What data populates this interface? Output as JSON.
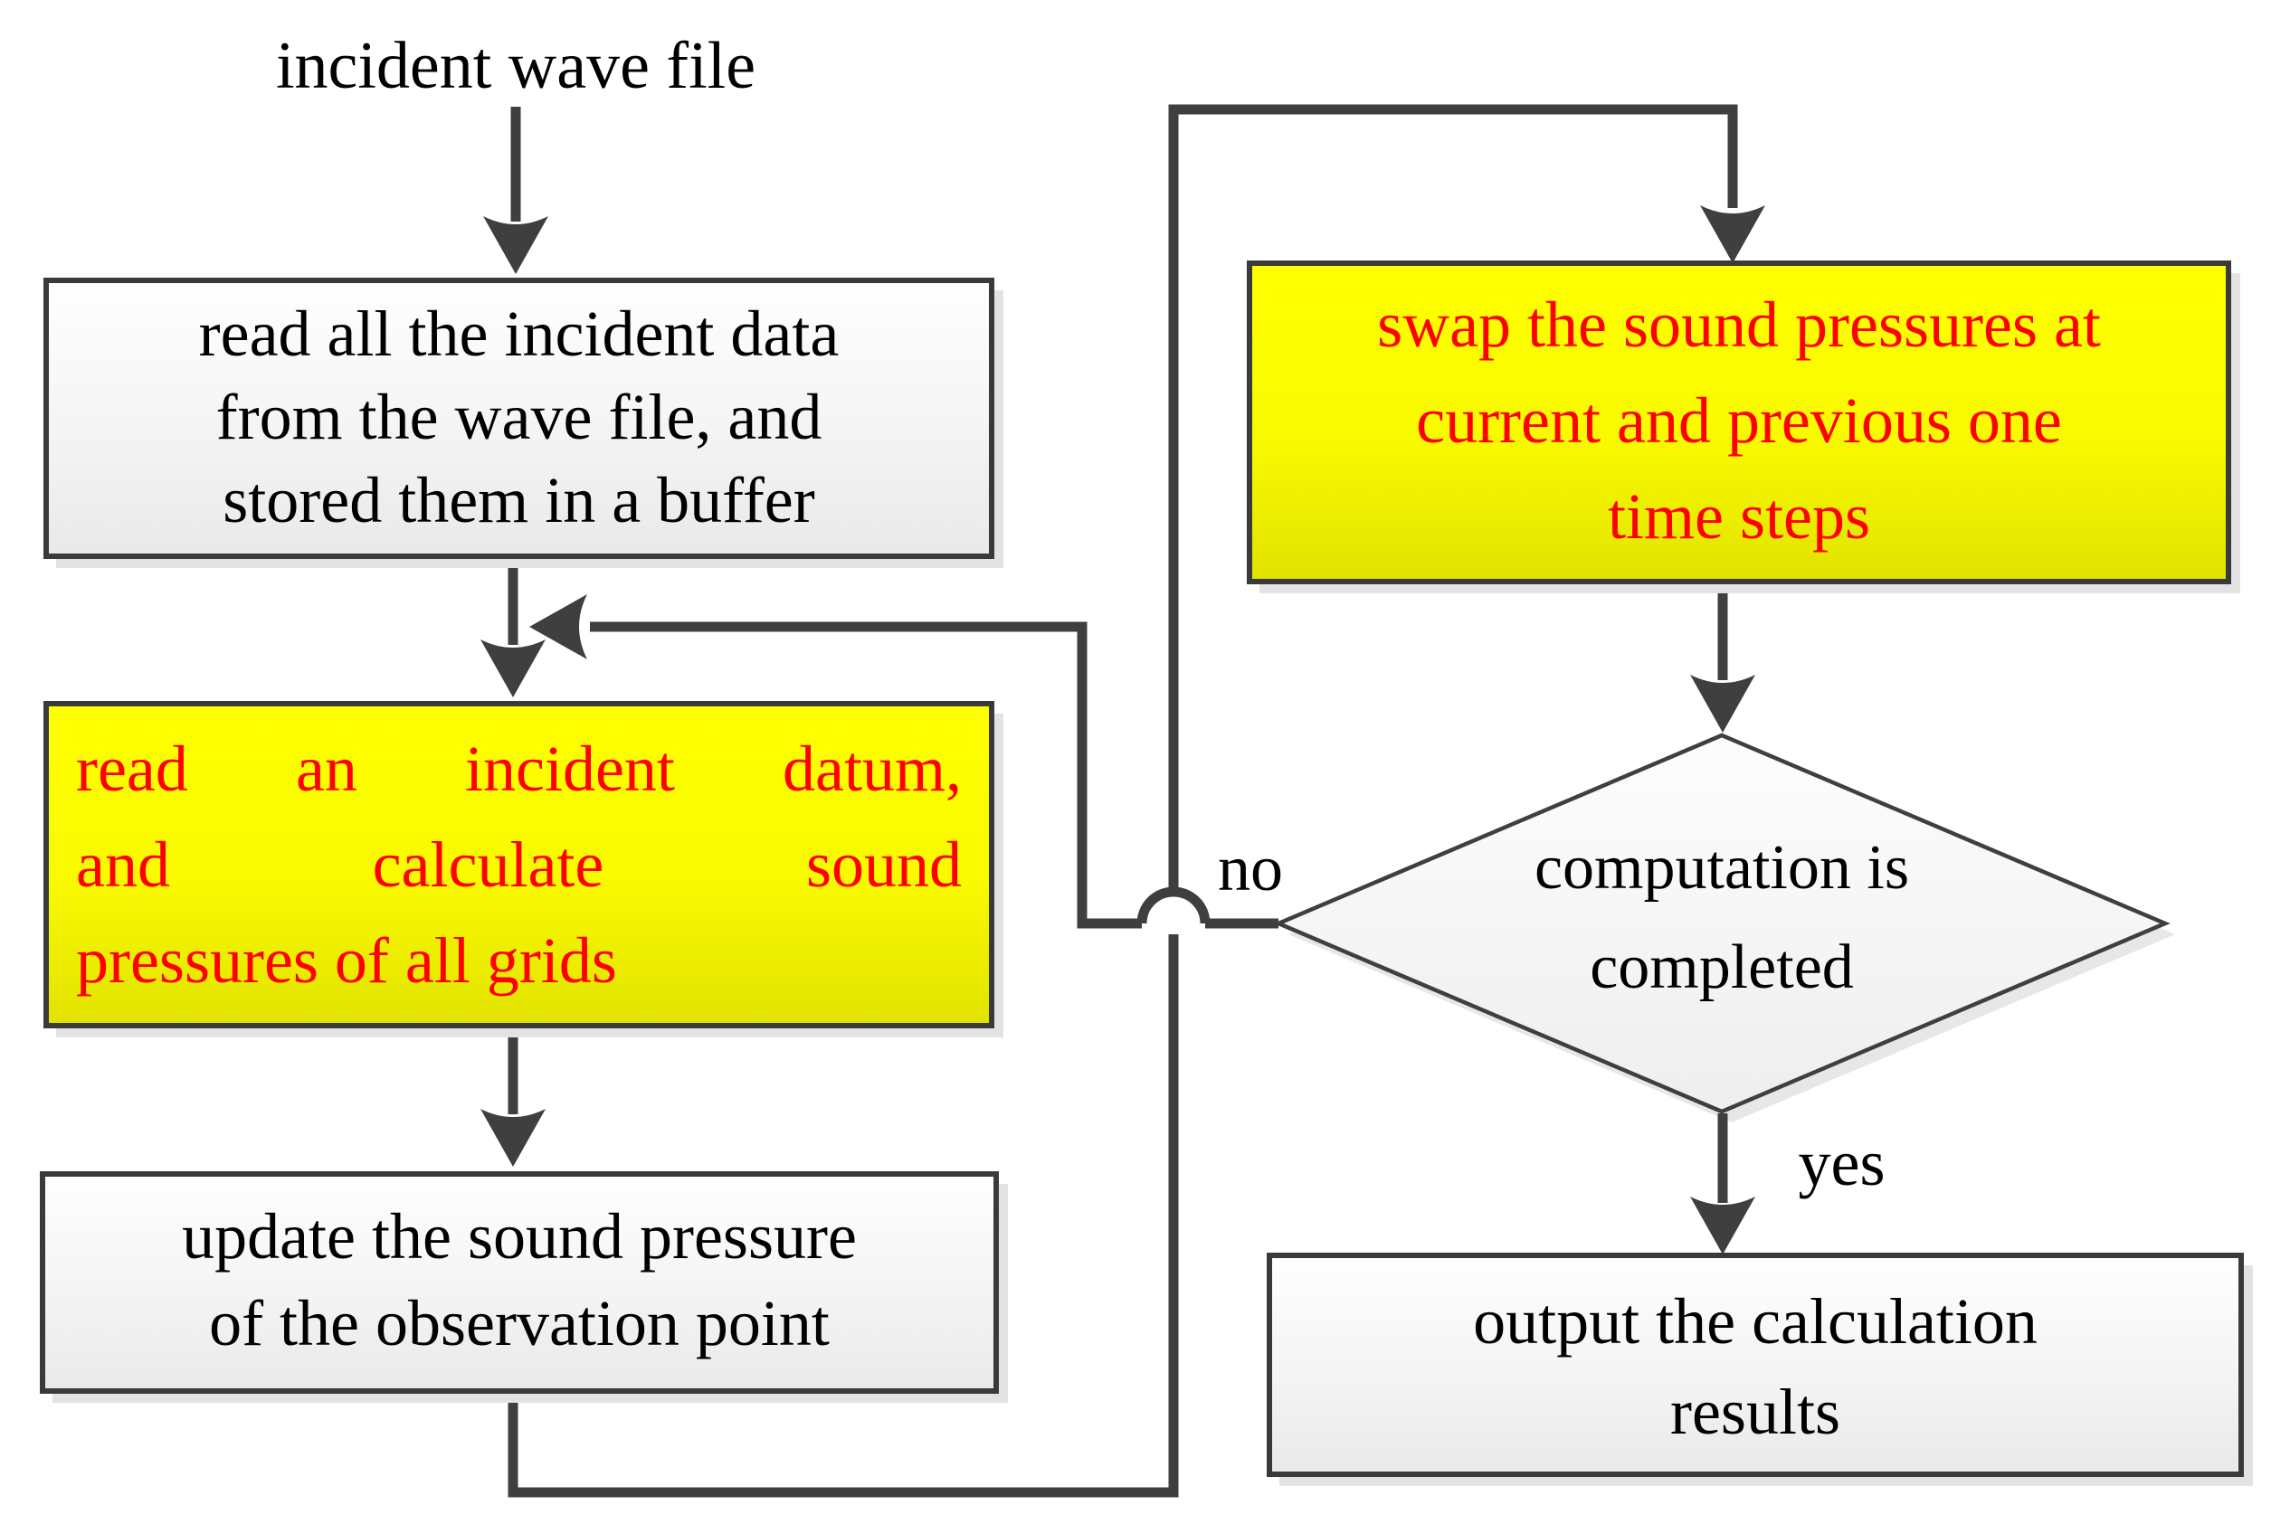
{
  "title": "incident wave file",
  "nodes": {
    "read_buffer": {
      "type": "process",
      "lines": [
        "read all the incident data",
        "from the wave file, and",
        "stored them in a buffer"
      ],
      "highlighted": false
    },
    "read_datum": {
      "type": "process",
      "lines": [
        "read an incident datum,",
        "and calculate sound",
        "pressures of all grids"
      ],
      "highlighted": true
    },
    "update_pressure": {
      "type": "process",
      "lines": [
        "update the sound pressure",
        "of the observation point"
      ],
      "highlighted": false
    },
    "swap_pressures": {
      "type": "process",
      "lines": [
        "swap the sound pressures at",
        "current and previous one",
        "time steps"
      ],
      "highlighted": true
    },
    "decision": {
      "type": "decision",
      "lines": [
        "computation is",
        "completed"
      ],
      "highlighted": false
    },
    "output_results": {
      "type": "process",
      "lines": [
        "output the calculation",
        "results"
      ],
      "highlighted": false
    }
  },
  "edge_labels": {
    "no": "no",
    "yes": "yes"
  },
  "edges": [
    {
      "from": "incident-wave-file",
      "to": "read_buffer",
      "label": ""
    },
    {
      "from": "read_buffer",
      "to": "read_datum",
      "label": ""
    },
    {
      "from": "read_datum",
      "to": "update_pressure",
      "label": ""
    },
    {
      "from": "update_pressure",
      "to": "swap_pressures",
      "label": ""
    },
    {
      "from": "swap_pressures",
      "to": "decision",
      "label": ""
    },
    {
      "from": "decision",
      "to": "read_datum",
      "label": "no"
    },
    {
      "from": "decision",
      "to": "output_results",
      "label": "yes"
    }
  ],
  "colors": {
    "highlight_fill": "#ffff00",
    "highlight_text": "#ff0000",
    "normal_text": "#000000",
    "connector": "#3f3f3f",
    "node_fill": "#f4f4f4",
    "shadow": "#e3e3e3"
  }
}
